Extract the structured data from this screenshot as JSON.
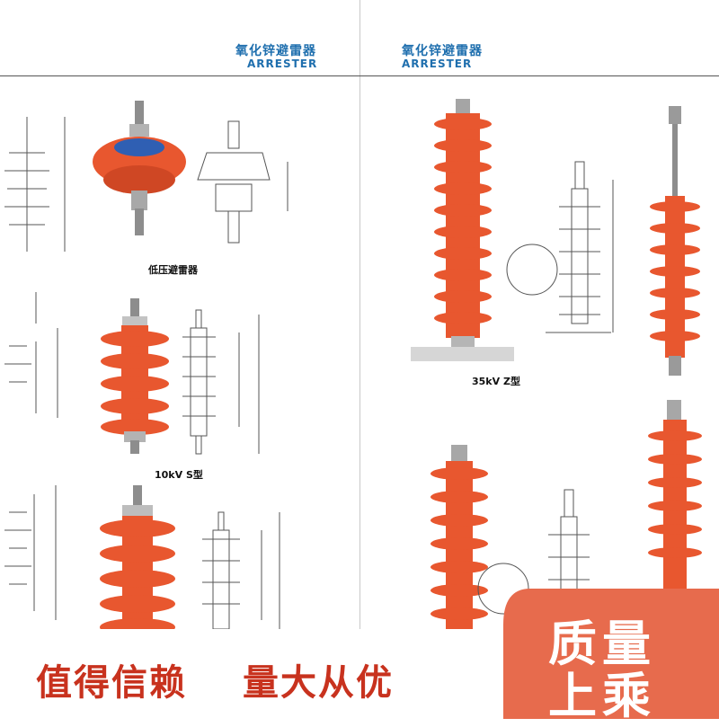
{
  "header": {
    "left_cn": "氧化锌避雷器",
    "left_en": "ARRESTER",
    "right_cn": "氧化锌避雷器",
    "right_en": "ARRESTER"
  },
  "captions": {
    "low_voltage": "低压避雷器",
    "s_type": "10kV  S型",
    "z_type": "35kV  Z型"
  },
  "slogans": {
    "left_1": "值得信赖",
    "left_2": "量大从优"
  },
  "badge": {
    "line1": "质量",
    "line2": "上乘"
  },
  "colors": {
    "arrester": "#e8572f",
    "header_blue": "#1f6fae",
    "slogan_red": "#c8321e",
    "badge": "#e76b4d"
  }
}
